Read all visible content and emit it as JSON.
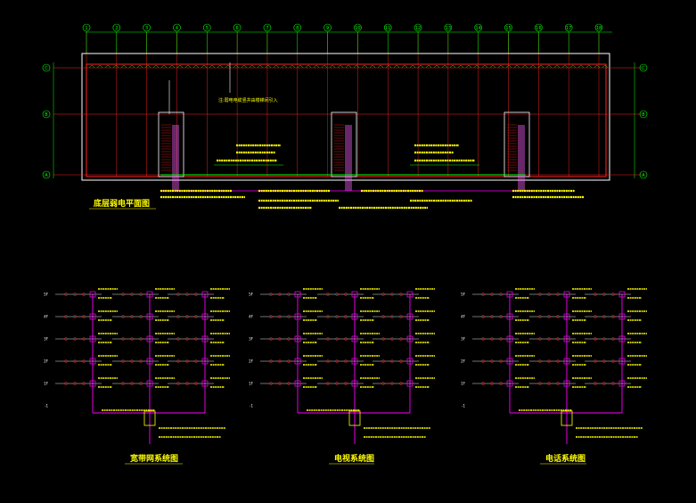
{
  "drawing": {
    "floor_plan_title": "底层弱电平面图",
    "plan_note": "注:弱电电缆竖井由楼梯间引入",
    "column_labels": [
      "1",
      "2",
      "3",
      "4",
      "5",
      "6",
      "7",
      "8",
      "9",
      "10",
      "11",
      "12",
      "13",
      "14",
      "15",
      "16",
      "17",
      "18"
    ],
    "row_labels": [
      "C",
      "B",
      "A"
    ],
    "floor_labels": [
      "5F",
      "4F",
      "3F",
      "2F",
      "1F",
      "-1"
    ],
    "systems": [
      {
        "title": "宽带网系统图"
      },
      {
        "title": "电视系统图"
      },
      {
        "title": "电话系统图"
      }
    ]
  },
  "colors": {
    "background": "#000000",
    "axis": "#00ff00",
    "wall": "#ff2222",
    "cable": "#ff00ff",
    "text": "#ffff00",
    "outline": "#ffffff",
    "riser": "#ff66ff"
  }
}
